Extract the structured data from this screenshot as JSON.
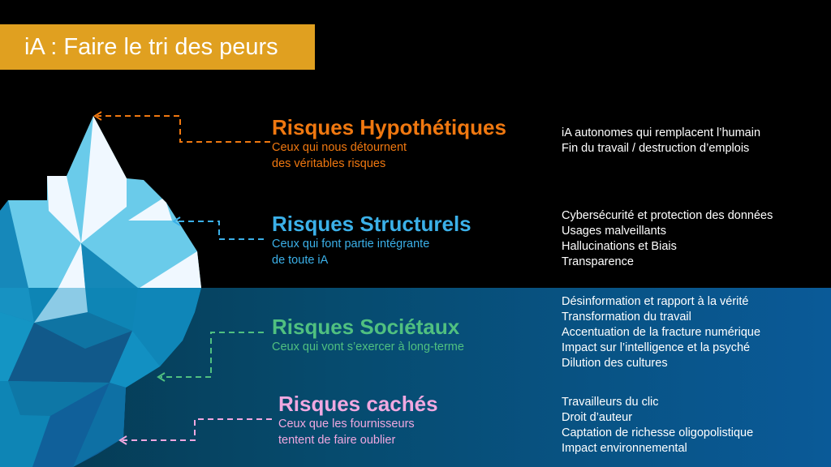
{
  "title": "iA : Faire le tri des peurs",
  "colors": {
    "title_bg": "#E0A020",
    "hypothetical": "#F07810",
    "structural": "#3BB0E8",
    "societal": "#50C080",
    "hidden": "#F0A8E0"
  },
  "categories": [
    {
      "title": "Risques Hypothétiques",
      "subtitle": [
        "Ceux qui nous détournent",
        "des véritables risques"
      ],
      "items": [
        "iA autonomes qui remplacent l’humain",
        "Fin du travail / destruction d’emplois"
      ]
    },
    {
      "title": "Risques Structurels",
      "subtitle": [
        "Ceux qui font partie intégrante",
        "de toute iA"
      ],
      "items": [
        "Cybersécurité et protection des données",
        "Usages malveillants",
        "Hallucinations  et Biais",
        "Transparence"
      ]
    },
    {
      "title": "Risques Sociétaux",
      "subtitle": [
        "Ceux qui vont s’exercer à long-terme"
      ],
      "items": [
        "Désinformation et rapport à la vérité",
        "Transformation du travail",
        "Accentuation de la fracture numérique",
        "Impact sur l’intelligence  et la psyché",
        "Dilution  des cultures"
      ]
    },
    {
      "title": "Risques cachés",
      "subtitle": [
        "Ceux que les fournisseurs",
        "tentent de faire oublier"
      ],
      "items": [
        "Travailleurs du clic",
        "Droit d’auteur",
        "Captation de richesse oligopolistique",
        "Impact environnemental"
      ]
    }
  ]
}
